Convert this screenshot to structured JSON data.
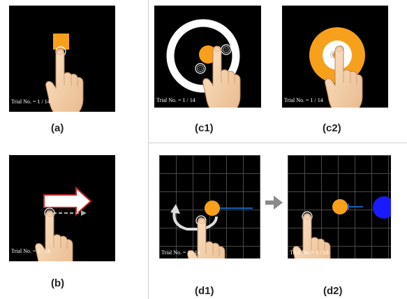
{
  "figure": {
    "panels": [
      {
        "id": "a",
        "label": "(a)",
        "trial_text": "Trial No. = 1 / 14"
      },
      {
        "id": "c1",
        "label": "(c1)",
        "trial_text": "Trial No. = 1 / 14"
      },
      {
        "id": "c2",
        "label": "(c2)",
        "trial_text": "Trial No. = 1 / 14"
      },
      {
        "id": "b",
        "label": "(b)",
        "trial_text": "Trial No. = 1 / 14"
      },
      {
        "id": "d1",
        "label": "(d1)",
        "trial_text": "Trial No. = 1 / 14"
      },
      {
        "id": "d2",
        "label": "(d2)",
        "trial_text": "Trial No. = 1 / 14"
      }
    ],
    "colors": {
      "target_orange": "#f7a01c",
      "ring_white": "#ffffff",
      "arrow_blue": "#1a5fb4",
      "ball_blue": "#1a1aff",
      "transition_arrow": "#8a8a8a"
    },
    "icons": [
      "hand-pointer-icon",
      "touch-ripple-icon",
      "right-arrow-icon",
      "transition-arrow-icon"
    ]
  }
}
